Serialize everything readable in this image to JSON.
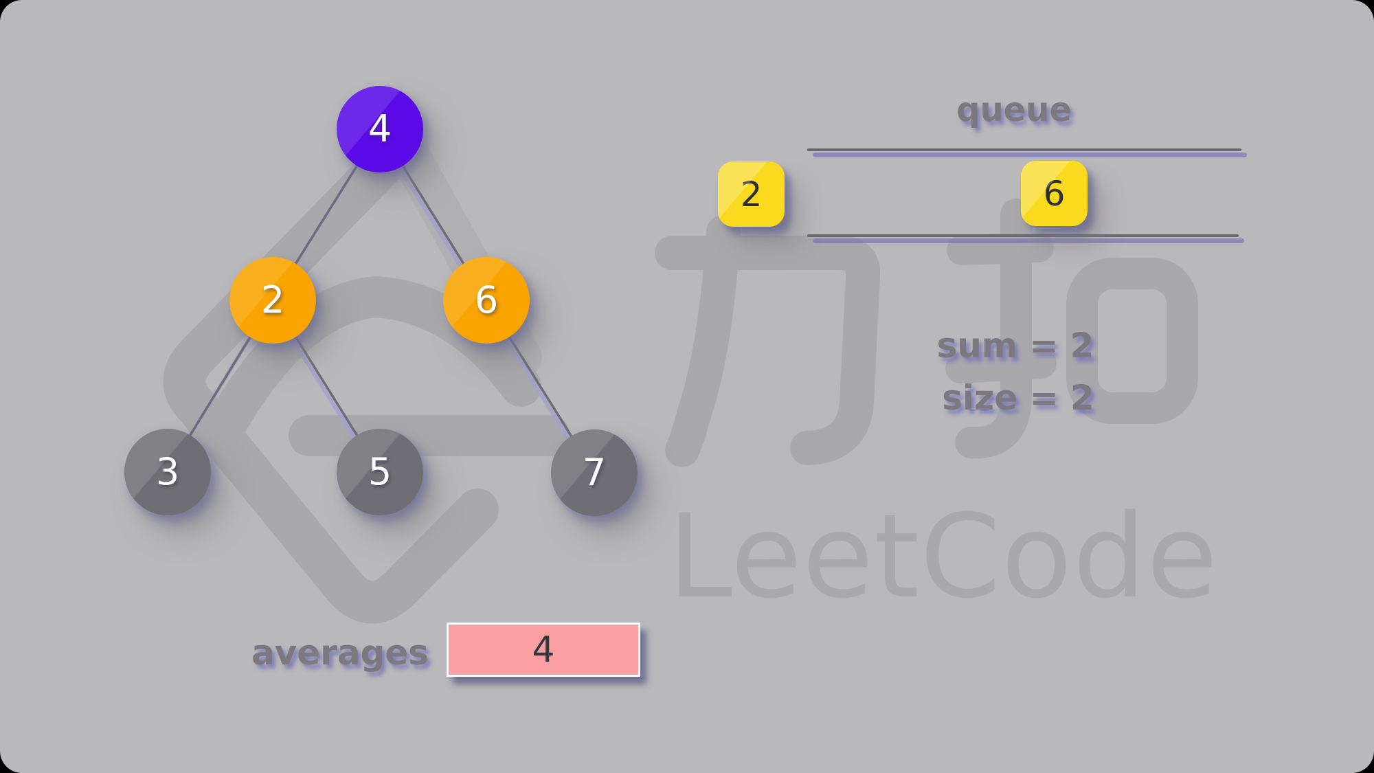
{
  "app": {
    "title": "Binary tree level-order averages visualization"
  },
  "colors": {
    "background": "#b9b8ba",
    "watermark": "#a9a8ab",
    "node_current": "#5a0ae6",
    "node_in_queue": "#f9a400",
    "node_unvisited": "#6f6e74",
    "queue_item": "#f9da1e",
    "averages_box": "#fba0a2",
    "edge": "#6e6c74",
    "label_text": "#7b797f"
  },
  "tree": {
    "nodes": [
      {
        "label": "4",
        "state": "current"
      },
      {
        "label": "2",
        "state": "in-queue"
      },
      {
        "label": "6",
        "state": "in-queue"
      },
      {
        "label": "3",
        "state": "unvisited"
      },
      {
        "label": "5",
        "state": "unvisited"
      },
      {
        "label": "7",
        "state": "unvisited"
      }
    ],
    "edges": [
      [
        "4",
        "2"
      ],
      [
        "4",
        "6"
      ],
      [
        "2",
        "3"
      ],
      [
        "2",
        "5"
      ],
      [
        "6",
        "7"
      ]
    ]
  },
  "queue": {
    "title": "queue",
    "items": [
      {
        "value": "2"
      },
      {
        "value": "6"
      }
    ]
  },
  "stats": {
    "sum": "sum = 2",
    "size": "size = 2"
  },
  "averages": {
    "label": "averages",
    "values": [
      "4"
    ]
  },
  "watermark": {
    "brand": "LeetCode",
    "cn": "力扣"
  }
}
